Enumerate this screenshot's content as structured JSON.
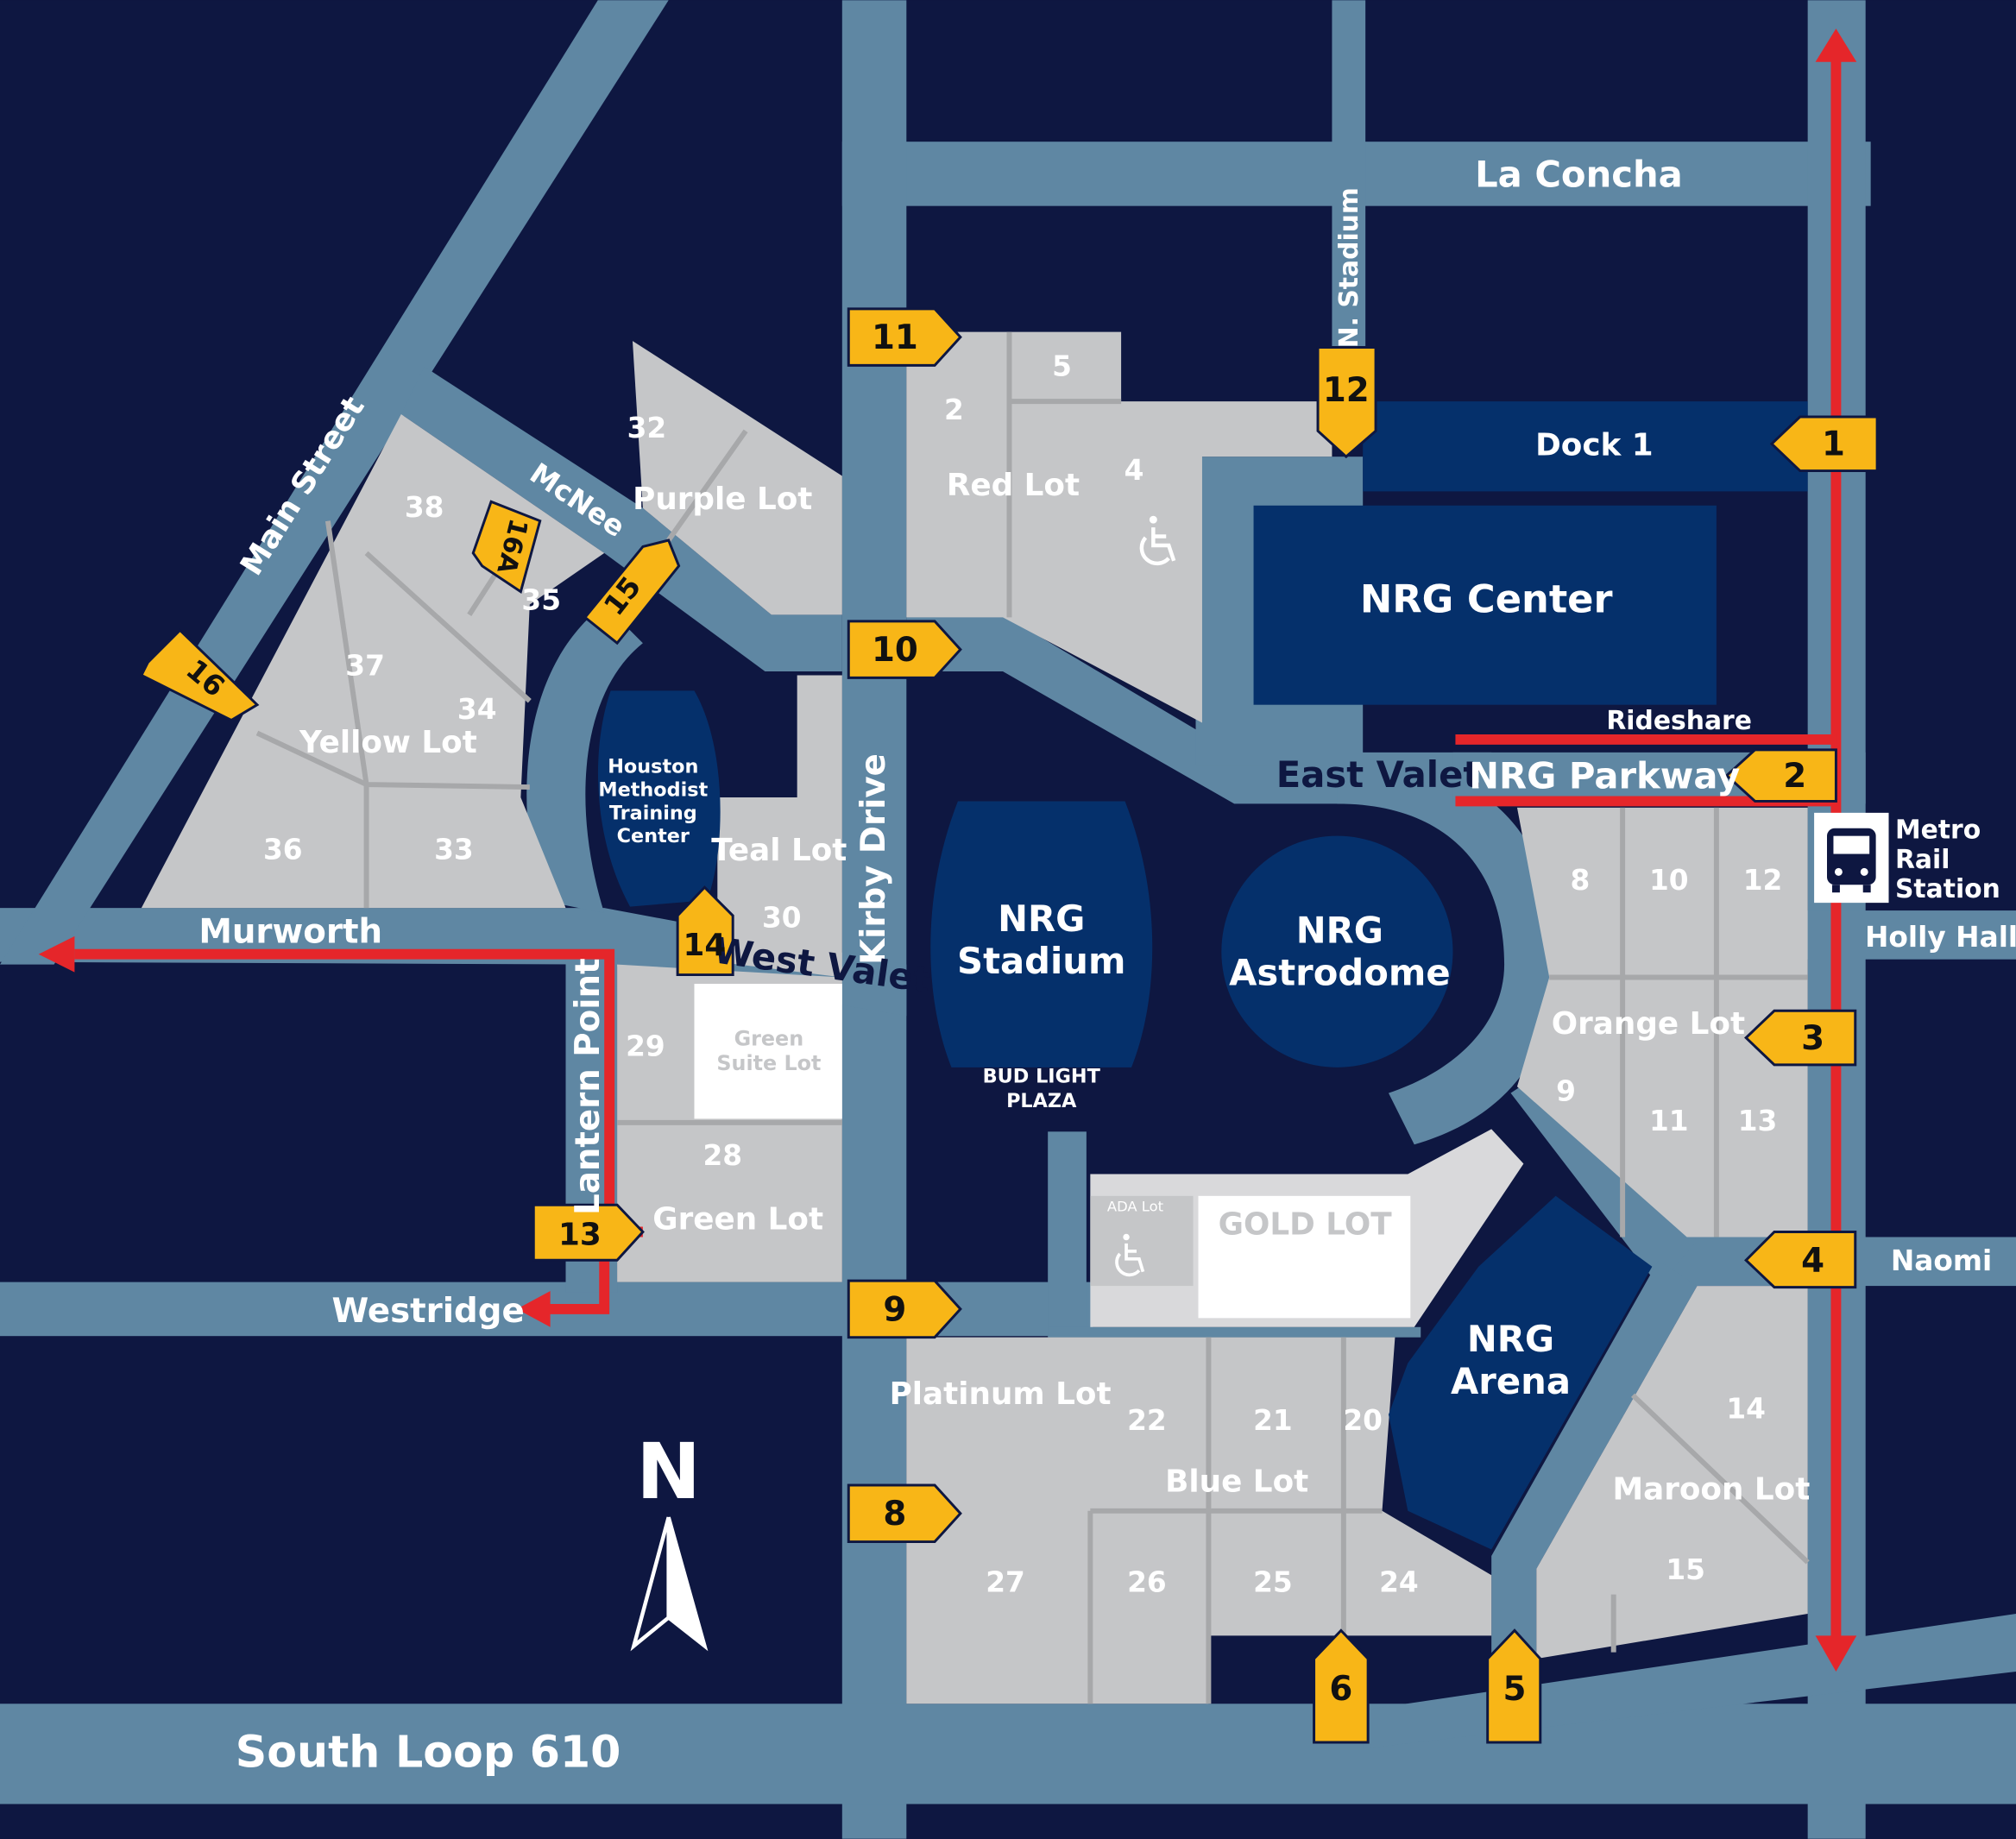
{
  "map": {
    "roads": {
      "la_concha": "La Concha",
      "n_stadium": "N. Stadium",
      "main_street": "Main Street",
      "mcnee": "McNee",
      "murworth": "Murworth",
      "kirby_drive": "Kirby Drive",
      "east_valet": "East Valet",
      "west_valet": "West Valet",
      "nrg_parkway": "NRG Parkway",
      "rideshare": "Rideshare",
      "holly_hall": "Holly Hall",
      "naomi": "Naomi",
      "lantern_point": "Lantern Point",
      "westridge": "Westridge",
      "south_loop": "South Loop 610"
    },
    "lots": {
      "red": "Red Lot",
      "purple": "Purple Lot",
      "yellow": "Yellow Lot",
      "teal": "Teal Lot",
      "green": "Green Lot",
      "green_suite_line1": "Green",
      "green_suite_line2": "Suite Lot",
      "orange": "Orange Lot",
      "gold": "GOLD LOT",
      "ada": "ADA Lot",
      "platinum": "Platinum Lot",
      "blue": "Blue Lot",
      "maroon": "Maroon Lot"
    },
    "lot_numbers": {
      "n2": "2",
      "n4": "4",
      "n5": "5",
      "n32": "32",
      "n38": "38",
      "n35": "35",
      "n37": "37",
      "n34": "34",
      "n36": "36",
      "n33": "33",
      "n30": "30",
      "n29": "29",
      "n28": "28",
      "n8": "8",
      "n10": "10",
      "n12": "12",
      "n9": "9",
      "n11": "11",
      "n13": "13",
      "n22": "22",
      "n21": "21",
      "n20": "20",
      "n27": "27",
      "n26": "26",
      "n25": "25",
      "n24": "24",
      "n14": "14",
      "n15": "15"
    },
    "buildings": {
      "dock": "Dock 1",
      "nrg_center": "NRG Center",
      "training_line1": "Houston",
      "training_line2": "Methodist",
      "training_line3": "Training",
      "training_line4": "Center",
      "stadium_line1": "NRG",
      "stadium_line2": "Stadium",
      "plaza_line1": "BUD LIGHT",
      "plaza_line2": "PLAZA",
      "astrodome_line1": "NRG",
      "astrodome_line2": "Astrodome",
      "arena_line1": "NRG",
      "arena_line2": "Arena",
      "metro_line1": "Metro",
      "metro_line2": "Rail",
      "metro_line3": "Station"
    },
    "gates": {
      "g1": "1",
      "g2": "2",
      "g3": "3",
      "g4": "4",
      "g5": "5",
      "g6": "6",
      "g8": "8",
      "g9": "9",
      "g10": "10",
      "g11": "11",
      "g12": "12",
      "g13": "13",
      "g14": "14",
      "g15": "15",
      "g16": "16",
      "g16a": "16A"
    },
    "compass": "N",
    "colors": {
      "background": "#0e1741",
      "road": "#5f87a3",
      "lot": "#c5c6c8",
      "building": "#05306b",
      "gate": "#f8b617",
      "route": "#e5262a"
    },
    "icons": [
      "accessibility-icon",
      "bus-icon",
      "north-arrow-icon"
    ]
  }
}
